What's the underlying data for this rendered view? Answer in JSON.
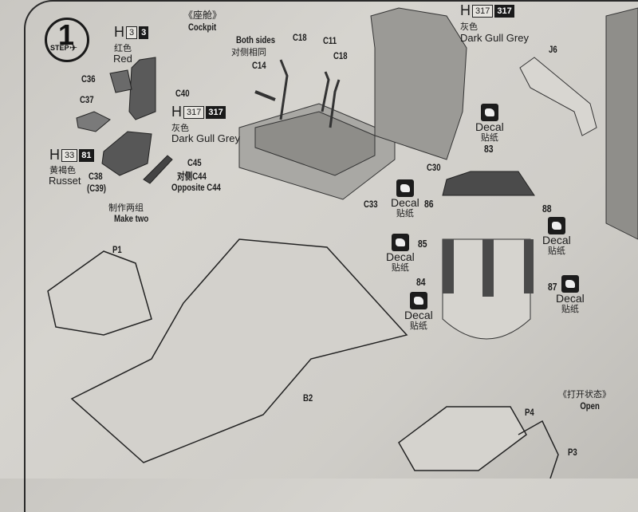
{
  "step": {
    "number": "1",
    "label": "STEP"
  },
  "section_title": {
    "cn": "《座舱》",
    "en": "Cockpit"
  },
  "open_title": {
    "cn": "《打开状态》",
    "en": "Open"
  },
  "paints": [
    {
      "id": "red",
      "prefix": "H",
      "code_a": "3",
      "code_b": "3",
      "cn": "红色",
      "en": "Red"
    },
    {
      "id": "dark-gull-grey-seat",
      "prefix": "H",
      "code_a": "317",
      "code_b": "317",
      "cn": "灰色",
      "en": "Dark Gull Grey"
    },
    {
      "id": "russet",
      "prefix": "H",
      "code_a": "33",
      "code_b": "81",
      "cn": "黄褐色",
      "en": "Russet"
    },
    {
      "id": "dark-gull-grey-wall",
      "prefix": "H",
      "code_a": "317",
      "code_b": "317",
      "cn": "灰色",
      "en": "Dark Gull Grey"
    }
  ],
  "parts": {
    "c36": "C36",
    "c37": "C37",
    "c40": "C40",
    "c38": "C38",
    "c39": "(C39)",
    "c45": "C45",
    "c44_cn": "对侧C44",
    "c44_en": "Opposite C44",
    "c14": "C14",
    "c18a": "C18",
    "c11": "C11",
    "c18b": "C18",
    "c33": "C33",
    "c30": "C30",
    "j6": "J6",
    "p1": "P1",
    "b2": "B2",
    "p4": "P4",
    "p3": "P3"
  },
  "notes": {
    "make_two_cn": "制作两组",
    "make_two_en": "Make two",
    "both_sides_en": "Both sides",
    "both_sides_cn": "对侧相同"
  },
  "decals": [
    {
      "num": "83",
      "en": "Decal",
      "cn": "贴纸"
    },
    {
      "num": "86",
      "en": "Decal",
      "cn": "贴纸"
    },
    {
      "num": "88",
      "en": "Decal",
      "cn": "贴纸"
    },
    {
      "num": "85",
      "en": "Decal",
      "cn": "贴纸"
    },
    {
      "num": "84",
      "en": "Decal",
      "cn": "贴纸"
    },
    {
      "num": "87",
      "en": "Decal",
      "cn": "贴纸"
    }
  ]
}
